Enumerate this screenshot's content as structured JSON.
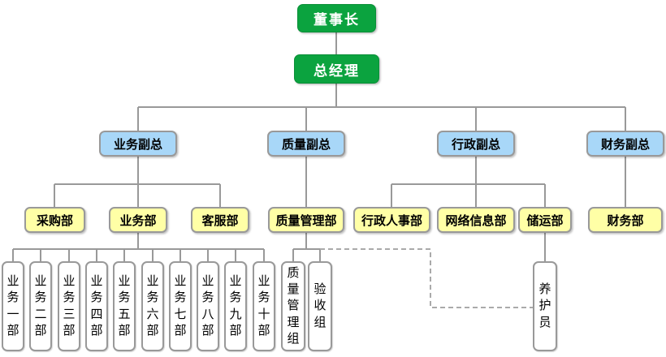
{
  "org": {
    "chairman": {
      "label": "董事长"
    },
    "general_manager": {
      "label": "总经理"
    },
    "vps": [
      {
        "label": "业务副总"
      },
      {
        "label": "质量副总"
      },
      {
        "label": "行政副总"
      },
      {
        "label": "财务副总"
      }
    ],
    "departments": [
      {
        "label": "采购部"
      },
      {
        "label": "业务部"
      },
      {
        "label": "客服部"
      },
      {
        "label": "质量管理部"
      },
      {
        "label": "行政人事部"
      },
      {
        "label": "网络信息部"
      },
      {
        "label": "储运部"
      },
      {
        "label": "财务部"
      }
    ],
    "teams": [
      {
        "label": "业务一部"
      },
      {
        "label": "业务二部"
      },
      {
        "label": "业务三部"
      },
      {
        "label": "业务四部"
      },
      {
        "label": "业务五部"
      },
      {
        "label": "业务六部"
      },
      {
        "label": "业务七部"
      },
      {
        "label": "业务八部"
      },
      {
        "label": "业务九部"
      },
      {
        "label": "业务十部"
      },
      {
        "label": "质量管理组"
      },
      {
        "label": "验收组"
      },
      {
        "label": "养护员"
      }
    ],
    "hierarchy": {
      "董事长": [
        "总经理"
      ],
      "总经理": [
        "业务副总",
        "质量副总",
        "行政副总",
        "财务副总"
      ],
      "业务副总": [
        "采购部",
        "业务部",
        "客服部"
      ],
      "质量副总": [
        "质量管理部"
      ],
      "行政副总": [
        "行政人事部",
        "网络信息部",
        "储运部"
      ],
      "财务副总": [
        "财务部"
      ],
      "业务部": [
        "业务一部",
        "业务二部",
        "业务三部",
        "业务四部",
        "业务五部",
        "业务六部",
        "业务七部",
        "业务八部",
        "业务九部",
        "业务十部"
      ],
      "质量管理部": [
        "质量管理组",
        "验收组"
      ],
      "储运部": [
        "养护员"
      ],
      "dashed_link": {
        "from": "质量管理部",
        "to": "养护员"
      }
    }
  },
  "colors": {
    "green": "#0ba33f",
    "green-border": "#0a8f38",
    "blue": "#a8d7f8",
    "yellow": "#ffffa6",
    "white": "#ffffff",
    "border": "#999999",
    "line": "#999999",
    "dash": "#aaaaaa",
    "text": "#000000",
    "text-on-green": "#ffffff"
  }
}
